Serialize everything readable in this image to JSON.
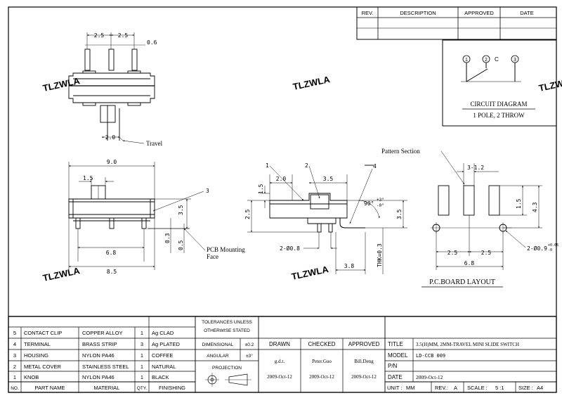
{
  "revision_block": {
    "headers": [
      "REV.",
      "DESCRIPTION",
      "APPROVED",
      "DATE"
    ]
  },
  "circuit": {
    "pins": [
      "1",
      "2",
      "C",
      "3"
    ],
    "title": "CIRCUIT DIAGRAM",
    "subtitle": "1 POLE, 2 THROW"
  },
  "watermarks": [
    "TLZWLA",
    "TLZWLA",
    "TLZWLA",
    "TLZWLA",
    "TLZWLA"
  ],
  "top_view": {
    "dim_pitch_1": "2.5",
    "dim_pitch_2": "2.5",
    "dim_pin": "0.6",
    "dim_travel": "2.0",
    "travel_label": "Travel"
  },
  "front_view": {
    "dim_length": "9.0",
    "dim_actuator": "1.5",
    "dim_height": "3.5",
    "dim_pin_a": "0.3",
    "dim_pin_b": "0.5",
    "dim_pin_span": "6.8",
    "dim_body": "8.5",
    "callout": "3",
    "pcb_face_line1": "PCB Mounting",
    "pcb_face_line2": "Face"
  },
  "side_view": {
    "callout_1": "1",
    "callout_2": "2",
    "callout_4": "4",
    "dim_a": "2.0",
    "dim_b": "3.5",
    "dim_c": "1.5",
    "dim_d": "2.5",
    "dim_e": "3.5",
    "dim_angle": "90°",
    "dim_angle_tol_plus": "+3°",
    "dim_angle_tol_minus": "-0°",
    "dim_hole": "2-Ø0.8",
    "dim_thk": "THK=0.3",
    "dim_f": "3.8"
  },
  "pcb_layout": {
    "pattern_label": "Pattern Section",
    "dim_slots": "3-1.2",
    "dim_slot_h": "1.5",
    "dim_total_h": "4.3",
    "dim_hole": "2-Ø0.9",
    "dim_hole_tol": "+0.05",
    "dim_hole_tol2": "-0",
    "dim_p1": "2.5",
    "dim_p2": "2.5",
    "dim_span": "6.8",
    "caption": "P.C.BOARD LAYOUT"
  },
  "bom": {
    "headers": [
      "NO.",
      "PART NAME",
      "MATERIAL",
      "QTY.",
      "FINISHING"
    ],
    "rows": [
      {
        "no": "5",
        "part": "CONTACT CLIP",
        "material": "COPPER ALLOY",
        "qty": "1",
        "finish": "Ag CLAD"
      },
      {
        "no": "4",
        "part": "TERMINAL",
        "material": "BRASS STRIP",
        "qty": "3",
        "finish": "Ag PLATED"
      },
      {
        "no": "3",
        "part": "HOUSING",
        "material": "NYLON PA46",
        "qty": "1",
        "finish": "COFFEE"
      },
      {
        "no": "2",
        "part": "METAL COVER",
        "material": "STAINLESS STEEL",
        "qty": "1",
        "finish": "NATURAL"
      },
      {
        "no": "1",
        "part": "KNOB",
        "material": "NYLON PA46",
        "qty": "1",
        "finish": "BLACK"
      }
    ]
  },
  "tolerances": {
    "title_line1": "TOLERANCES UNLESS",
    "title_line2": "OTHERWISE STATED",
    "dimensional_label": "DIMENSIONAL",
    "dimensional_value": "±0.2",
    "angular_label": "ANGULAR",
    "angular_value": "±3°",
    "projection_label": "PROJECTION"
  },
  "signoff": {
    "drawn_label": "DRAWN",
    "checked_label": "CHECKED",
    "approved_label": "APPROVED",
    "drawn_by": "g.d.t.",
    "checked_by": "Peter.Guo",
    "approved_by": "Bill.Deng",
    "drawn_date": "2009-Oct-12",
    "checked_date": "2009-Oct-12",
    "approved_date": "2009-Oct-12"
  },
  "title_block": {
    "title_label": "TITLE",
    "title_value": "3.5(H)MM, 2MM-TRAVEL MINI SLIDE SWITCH",
    "model_label": "MODEL",
    "model_value": "LD-CCB 009",
    "pn_label": "P/N",
    "pn_value": "",
    "date_label": "DATE",
    "date_value": "2009-Oct-12",
    "unit_label": "UNIT :",
    "unit_value": "MM",
    "rev_label": "REV.:",
    "rev_value": "A",
    "scale_label": "SCALE :",
    "scale_value": "5 :1",
    "size_label": "SIZE :",
    "size_value": "A4"
  }
}
